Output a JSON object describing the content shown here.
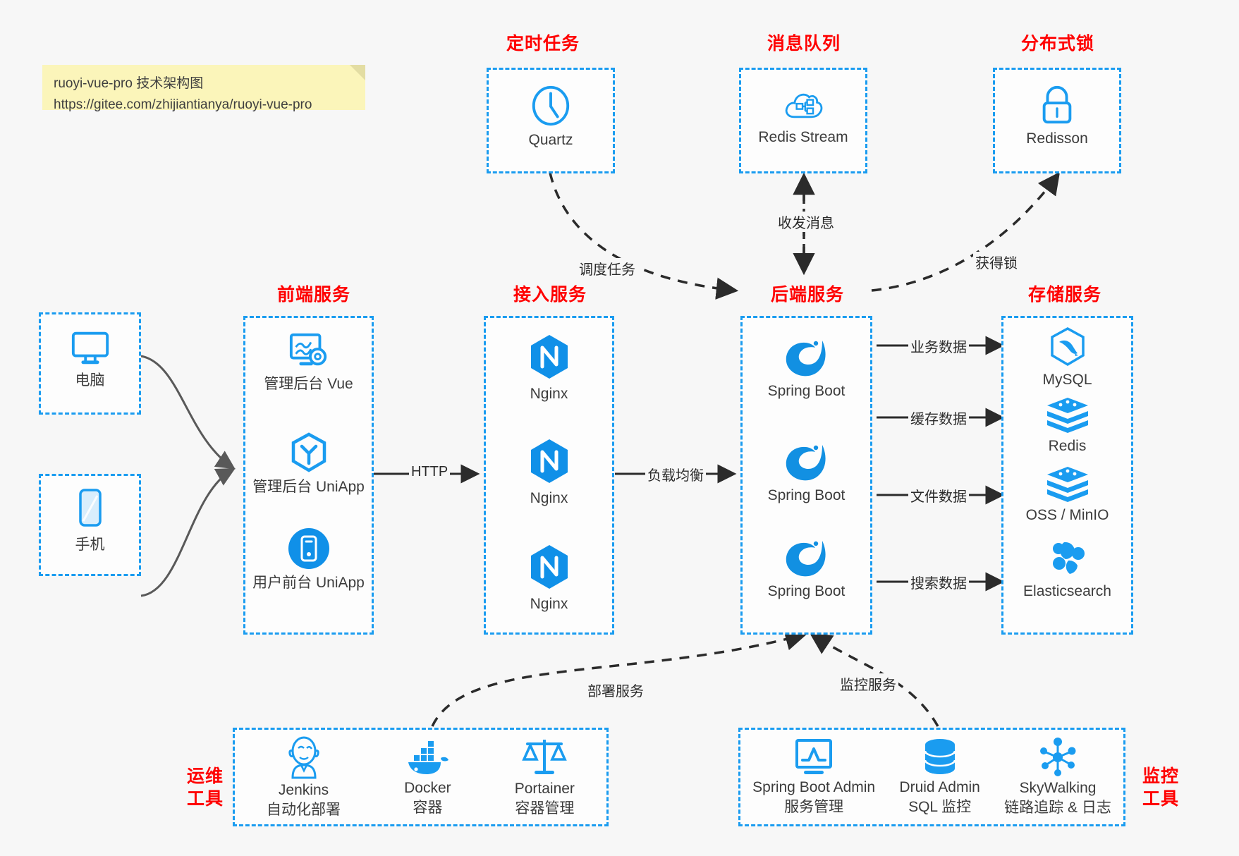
{
  "note": {
    "line1": "ruoyi-vue-pro 技术架构图",
    "line2": "https://gitee.com/zhijiantianya/ruoyi-vue-pro"
  },
  "colors": {
    "box_border": "#1a9cf0",
    "group_title": "#ff0000",
    "icon_blue": "#1a9cf0",
    "background": "#f7f7f7",
    "note_bg": "#fbf5ba",
    "edge": "#2b2b2b"
  },
  "groups": {
    "scheduler": {
      "title": "定时任务",
      "items": [
        {
          "label": "Quartz",
          "icon": "clock-icon"
        }
      ]
    },
    "mq": {
      "title": "消息队列",
      "items": [
        {
          "label": "Redis Stream",
          "icon": "cloud-stream-icon"
        }
      ]
    },
    "lock": {
      "title": "分布式锁",
      "items": [
        {
          "label": "Redisson",
          "icon": "padlock-icon"
        }
      ]
    },
    "client_pc": {
      "items": [
        {
          "label": "电脑",
          "icon": "desktop-icon"
        }
      ]
    },
    "client_phone": {
      "items": [
        {
          "label": "手机",
          "icon": "smartphone-icon"
        }
      ]
    },
    "frontend": {
      "title": "前端服务",
      "items": [
        {
          "label": "管理后台 Vue",
          "icon": "dashboard-gear-icon"
        },
        {
          "label": "管理后台 UniApp",
          "icon": "hexagon-y-icon"
        },
        {
          "label": "用户前台 UniApp",
          "icon": "mobile-circle-icon"
        }
      ]
    },
    "gateway": {
      "title": "接入服务",
      "items": [
        {
          "label": "Nginx",
          "icon": "nginx-icon"
        },
        {
          "label": "Nginx",
          "icon": "nginx-icon"
        },
        {
          "label": "Nginx",
          "icon": "nginx-icon"
        }
      ]
    },
    "backend": {
      "title": "后端服务",
      "items": [
        {
          "label": "Spring Boot",
          "icon": "spring-leaf-icon"
        },
        {
          "label": "Spring Boot",
          "icon": "spring-leaf-icon"
        },
        {
          "label": "Spring Boot",
          "icon": "spring-leaf-icon"
        }
      ]
    },
    "storage": {
      "title": "存储服务",
      "items": [
        {
          "label": "MySQL",
          "icon": "mysql-icon"
        },
        {
          "label": "Redis",
          "icon": "redis-icon"
        },
        {
          "label": "OSS / MinIO",
          "icon": "redis-icon"
        },
        {
          "label": "Elasticsearch",
          "icon": "elasticsearch-icon"
        }
      ]
    },
    "devops": {
      "title_line1": "运维",
      "title_line2": "工具",
      "items": [
        {
          "label": "Jenkins",
          "sub": "自动化部署",
          "icon": "jenkins-icon"
        },
        {
          "label": "Docker",
          "sub": "容器",
          "icon": "docker-icon"
        },
        {
          "label": "Portainer",
          "sub": "容器管理",
          "icon": "scales-icon"
        }
      ]
    },
    "monitor": {
      "title_line1": "监控",
      "title_line2": "工具",
      "items": [
        {
          "label": "Spring Boot Admin",
          "sub": "服务管理",
          "icon": "monitor-chart-icon"
        },
        {
          "label": "Druid Admin",
          "sub": "SQL 监控",
          "icon": "database-icon"
        },
        {
          "label": "SkyWalking",
          "sub": "链路追踪 & 日志",
          "icon": "skywalking-icon"
        }
      ]
    }
  },
  "edges": [
    {
      "id": "http",
      "label": "HTTP"
    },
    {
      "id": "lb",
      "label": "负载均衡"
    },
    {
      "id": "biz",
      "label": "业务数据"
    },
    {
      "id": "cache",
      "label": "缓存数据"
    },
    {
      "id": "file",
      "label": "文件数据"
    },
    {
      "id": "search",
      "label": "搜索数据"
    },
    {
      "id": "schedule",
      "label": "调度任务"
    },
    {
      "id": "message",
      "label": "收发消息"
    },
    {
      "id": "getlock",
      "label": "获得锁"
    },
    {
      "id": "deploy",
      "label": "部署服务"
    },
    {
      "id": "monitoring",
      "label": "监控服务"
    }
  ]
}
